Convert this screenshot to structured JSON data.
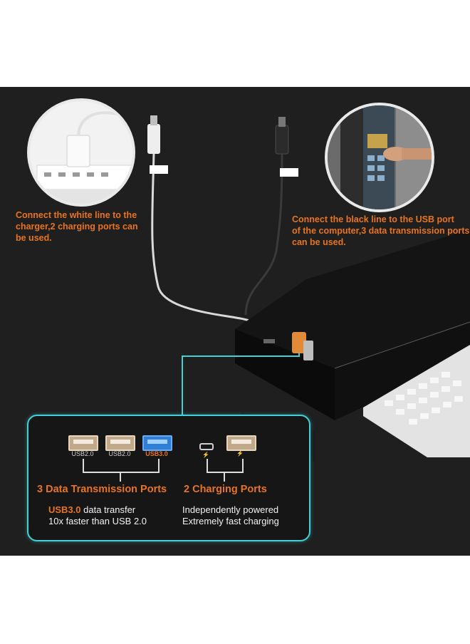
{
  "captions": {
    "left": [
      "Connect the white line to the",
      "charger,2 charging ports can",
      "be used."
    ],
    "right": [
      "Connect the black line to the USB port",
      "of the computer,3 data transmission ports",
      "can be used."
    ]
  },
  "ports": {
    "usb_a": "USB2.0",
    "usb_b": "USB2.0",
    "usb_c": "USB3.0",
    "charge_icon_1": "⚡",
    "charge_icon_2": "⚡"
  },
  "headings": {
    "data": "3 Data Transmission Ports",
    "charging": "2 Charging Ports"
  },
  "details": {
    "usb3_highlight": "USB3.0",
    "usb3_text": " data transfer",
    "usb3_line2": "10x faster than USB 2.0",
    "charge_line1": "Independently powered",
    "charge_line2": "Extremely fast charging"
  },
  "colors": {
    "accent_orange": "#e8741f",
    "accent_cyan": "#3fd2d8",
    "background": "#1f1f1f"
  }
}
